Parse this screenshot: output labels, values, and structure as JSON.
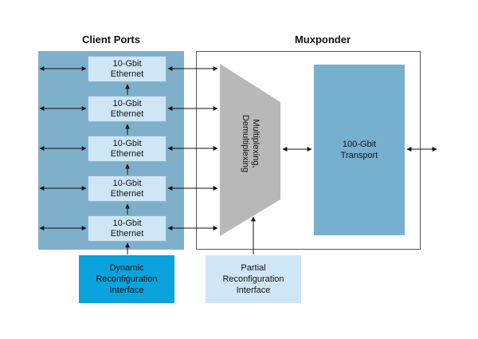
{
  "client_ports": {
    "title": "Client Ports",
    "ethernet_ports": [
      {
        "line1": "10-Gbit",
        "line2": "Ethernet"
      },
      {
        "line1": "10-Gbit",
        "line2": "Ethernet"
      },
      {
        "line1": "10-Gbit",
        "line2": "Ethernet"
      },
      {
        "line1": "10-Gbit",
        "line2": "Ethernet"
      },
      {
        "line1": "10-Gbit",
        "line2": "Ethernet"
      }
    ]
  },
  "muxponder": {
    "title": "Muxponder",
    "mux_line1": "Multiplexing,",
    "mux_line2": "Demultiplexing",
    "transport_line1": "100-Gbit",
    "transport_line2": "Transport"
  },
  "dynamic_interface": {
    "line1": "Dynamic",
    "line2": "Reconfiguration",
    "line3": "Interface"
  },
  "partial_interface": {
    "line1": "Partial",
    "line2": "Reconfiguration",
    "line3": "Interface"
  },
  "colors": {
    "client_panel": "#7fb0cb",
    "ethernet_box": "#cfe6f7",
    "transport": "#77b0cf",
    "mux_shape": "#b8b8b8",
    "dynamic_interface": "#0aa3dd",
    "partial_interface": "#cfe6f7"
  }
}
